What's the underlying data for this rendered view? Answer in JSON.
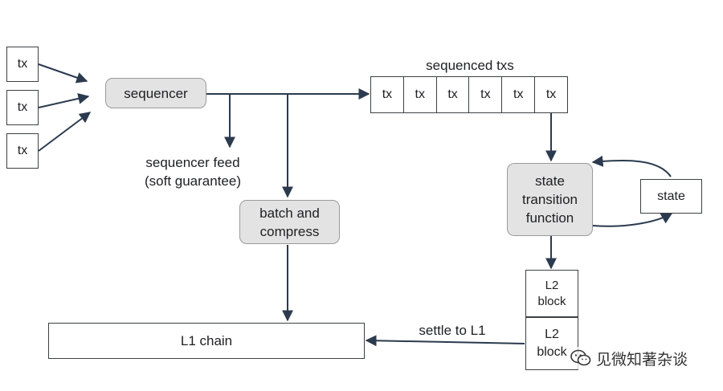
{
  "inputs": {
    "items": [
      "tx",
      "tx",
      "tx"
    ]
  },
  "sequencer": {
    "label": "sequencer"
  },
  "feed": {
    "label": "sequencer feed\n(soft guarantee)"
  },
  "sequenced": {
    "title": "sequenced txs",
    "items": [
      "tx",
      "tx",
      "tx",
      "tx",
      "tx",
      "tx"
    ]
  },
  "batch": {
    "label": "batch and\ncompress"
  },
  "stf": {
    "label": "state\ntransition\nfunction"
  },
  "state": {
    "label": "state"
  },
  "l2_block_top": {
    "label": "L2\nblock"
  },
  "l2_block_bottom": {
    "label": "L2\nblock"
  },
  "l1_chain": {
    "label": "L1 chain"
  },
  "settle": {
    "label": "settle to L1"
  },
  "watermark": {
    "text": "见微知著杂谈",
    "icon": "wechat-icon"
  },
  "colors": {
    "edge": "#2b3a4f",
    "node_gray": "#e3e3e3",
    "node_border": "#9a9a9a"
  }
}
